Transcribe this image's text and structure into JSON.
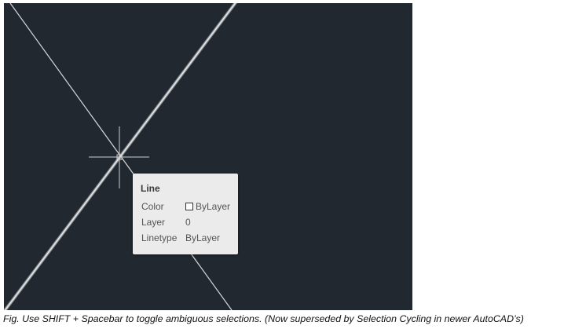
{
  "viewport": {
    "background_color": "#212830",
    "line_color": "#d8d8d8",
    "crosshair_color": "#d0d0d0"
  },
  "tooltip": {
    "title": "Line",
    "rows": [
      {
        "label": "Color",
        "value": "ByLayer",
        "swatch_color": "#ffffff"
      },
      {
        "label": "Layer",
        "value": "0"
      },
      {
        "label": "Linetype",
        "value": "ByLayer"
      }
    ]
  },
  "caption": "Fig. Use SHIFT + Spacebar to toggle ambiguous selections. (Now superseded by Selection Cycling in newer AutoCAD’s)"
}
